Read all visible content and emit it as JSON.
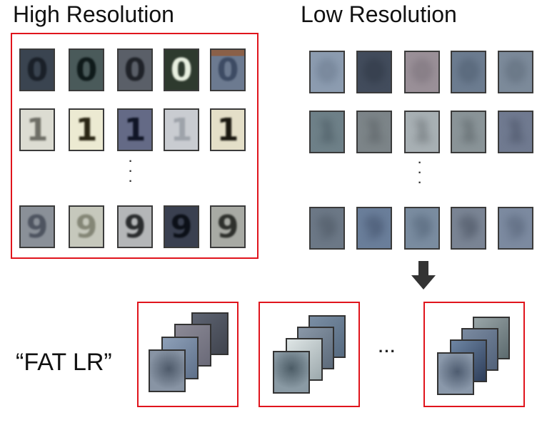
{
  "titles": {
    "high": "High Resolution",
    "low": "Low Resolution"
  },
  "hr_rows": [
    [
      "0",
      "0",
      "0",
      "0",
      "0"
    ],
    [
      "1",
      "1",
      "1",
      "1",
      "1"
    ],
    [
      "9",
      "9",
      "9",
      "9",
      "9"
    ]
  ],
  "lr_rows": [
    [
      "0",
      "0",
      "0",
      "0",
      "0"
    ],
    [
      "1",
      "1",
      "1",
      "1",
      "1"
    ],
    [
      "9",
      "9",
      "9",
      "9",
      "9"
    ]
  ],
  "fat_label": "“FAT LR”",
  "ellipsis": "···",
  "colors": {
    "frame_red": "#e0141c",
    "arrow": "#333333"
  },
  "icons": {
    "down_arrow": "down-arrow-icon"
  }
}
